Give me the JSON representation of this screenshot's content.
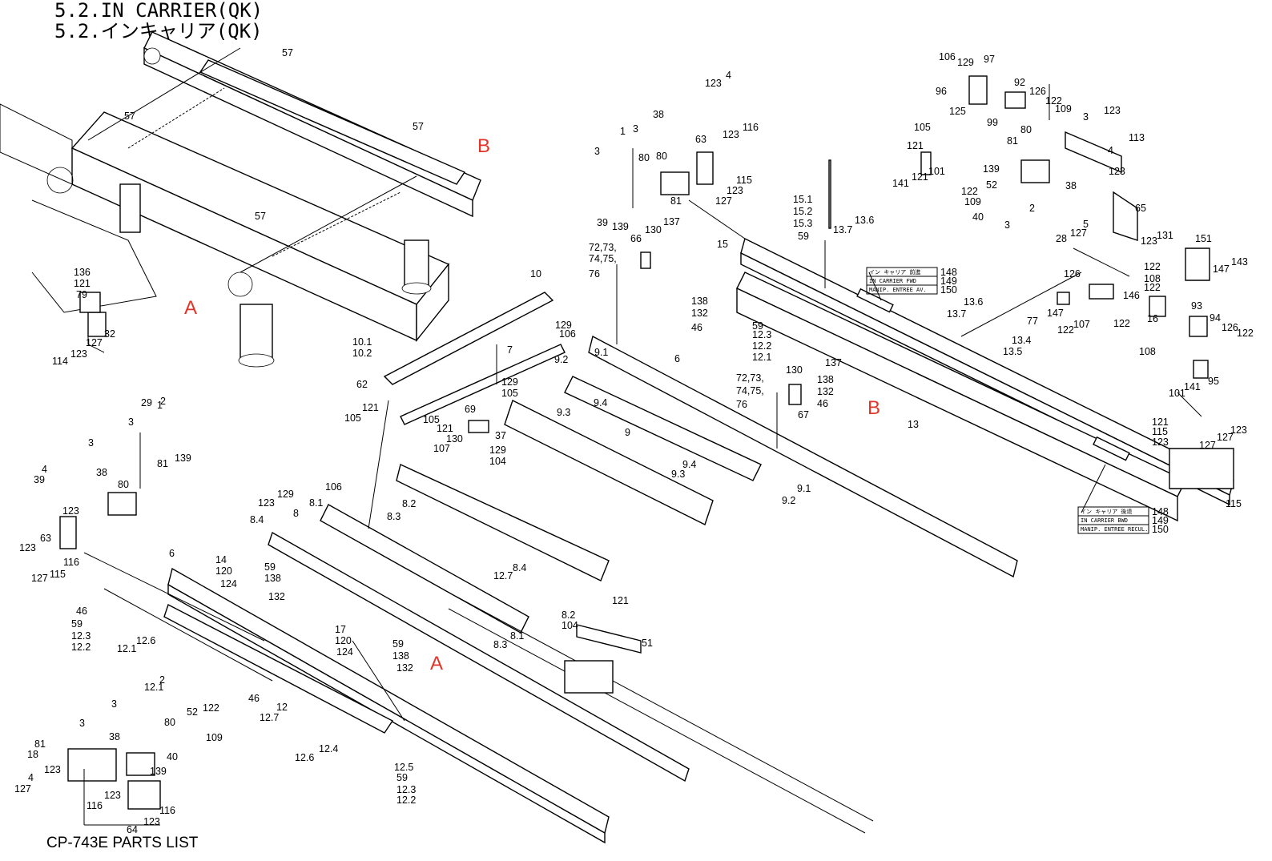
{
  "header": {
    "title_en": "5.2.IN CARRIER(QK)",
    "title_jp": "5.2.インキャリア(QK)"
  },
  "footer": {
    "text": "CP-743E PARTS LIST"
  },
  "colors": {
    "line": "#000000",
    "callout": "#e2352a"
  },
  "callouts": [
    "A",
    "B",
    "A",
    "B"
  ],
  "stickers": [
    {
      "rows": [
        "イン キャリア 前進",
        "IN CARRIER FWD",
        "MANIP. ENTREE AV."
      ],
      "nums": [
        "148",
        "149",
        "150"
      ]
    },
    {
      "rows": [
        "イン キャリア 後退",
        "IN CARRIER BWD",
        "MANIP. ENTREE RECUL."
      ],
      "nums": [
        "148",
        "149",
        "150"
      ]
    }
  ],
  "labels": [
    "57",
    "57",
    "57",
    "57",
    "136",
    "121",
    "79",
    "32",
    "127",
    "123",
    "114",
    "10",
    "10.1",
    "10.2",
    "7",
    "62",
    "121",
    "105",
    "129",
    "105",
    "69",
    "105",
    "121",
    "37",
    "130",
    "107",
    "129",
    "104",
    "72,73,",
    "74,75,",
    "76",
    "66",
    "130",
    "137",
    "106",
    "129",
    "9.2",
    "9.1",
    "6",
    "9.3",
    "9.4",
    "9",
    "9.4",
    "9.3",
    "9.1",
    "9.2",
    "38",
    "1",
    "3",
    "3",
    "80",
    "80",
    "81",
    "39",
    "139",
    "63",
    "123",
    "4",
    "123",
    "116",
    "115",
    "123",
    "127",
    "15",
    "15.1",
    "15.2",
    "15.3",
    "59",
    "13.6",
    "13.7",
    "13.7",
    "13.6",
    "13.4",
    "13.5",
    "138",
    "132",
    "46",
    "59",
    "12.3",
    "12.2",
    "12.1",
    "72,73,",
    "74,75,",
    "76",
    "130",
    "137",
    "138",
    "132",
    "46",
    "67",
    "13",
    "106",
    "129",
    "97",
    "96",
    "92",
    "126",
    "122",
    "109",
    "125",
    "99",
    "105",
    "121",
    "101",
    "141",
    "121",
    "80",
    "81",
    "139",
    "52",
    "122",
    "109",
    "40",
    "2",
    "3",
    "38",
    "3",
    "123",
    "113",
    "4",
    "123",
    "65",
    "28",
    "5",
    "127",
    "123",
    "131",
    "151",
    "143",
    "147",
    "122",
    "108",
    "122",
    "126",
    "146",
    "77",
    "147",
    "122",
    "107",
    "122",
    "16",
    "93",
    "94",
    "126",
    "122",
    "108",
    "95",
    "101",
    "141",
    "121",
    "115",
    "123",
    "127",
    "127",
    "123",
    "115",
    "29",
    "1",
    "2",
    "3",
    "3",
    "38",
    "80",
    "81",
    "139",
    "39",
    "4",
    "123",
    "63",
    "123",
    "116",
    "127",
    "115",
    "123",
    "129",
    "106",
    "8",
    "8.1",
    "8.2",
    "8.3",
    "8.4",
    "6",
    "14",
    "120",
    "124",
    "59",
    "138",
    "132",
    "46",
    "59",
    "12.3",
    "12.2",
    "12.1",
    "12.6",
    "12.7",
    "8.4",
    "8.3",
    "8.1",
    "8.2",
    "104",
    "121",
    "51",
    "17",
    "120",
    "124",
    "59",
    "138",
    "132",
    "46",
    "12",
    "12.7",
    "12.6",
    "12.4",
    "12.5",
    "59",
    "12.3",
    "12.2",
    "12.1",
    "2",
    "3",
    "3",
    "38",
    "80",
    "52",
    "122",
    "109",
    "40",
    "139",
    "81",
    "18",
    "123",
    "4",
    "127",
    "123",
    "116",
    "116",
    "123",
    "64",
    "131",
    "151"
  ]
}
